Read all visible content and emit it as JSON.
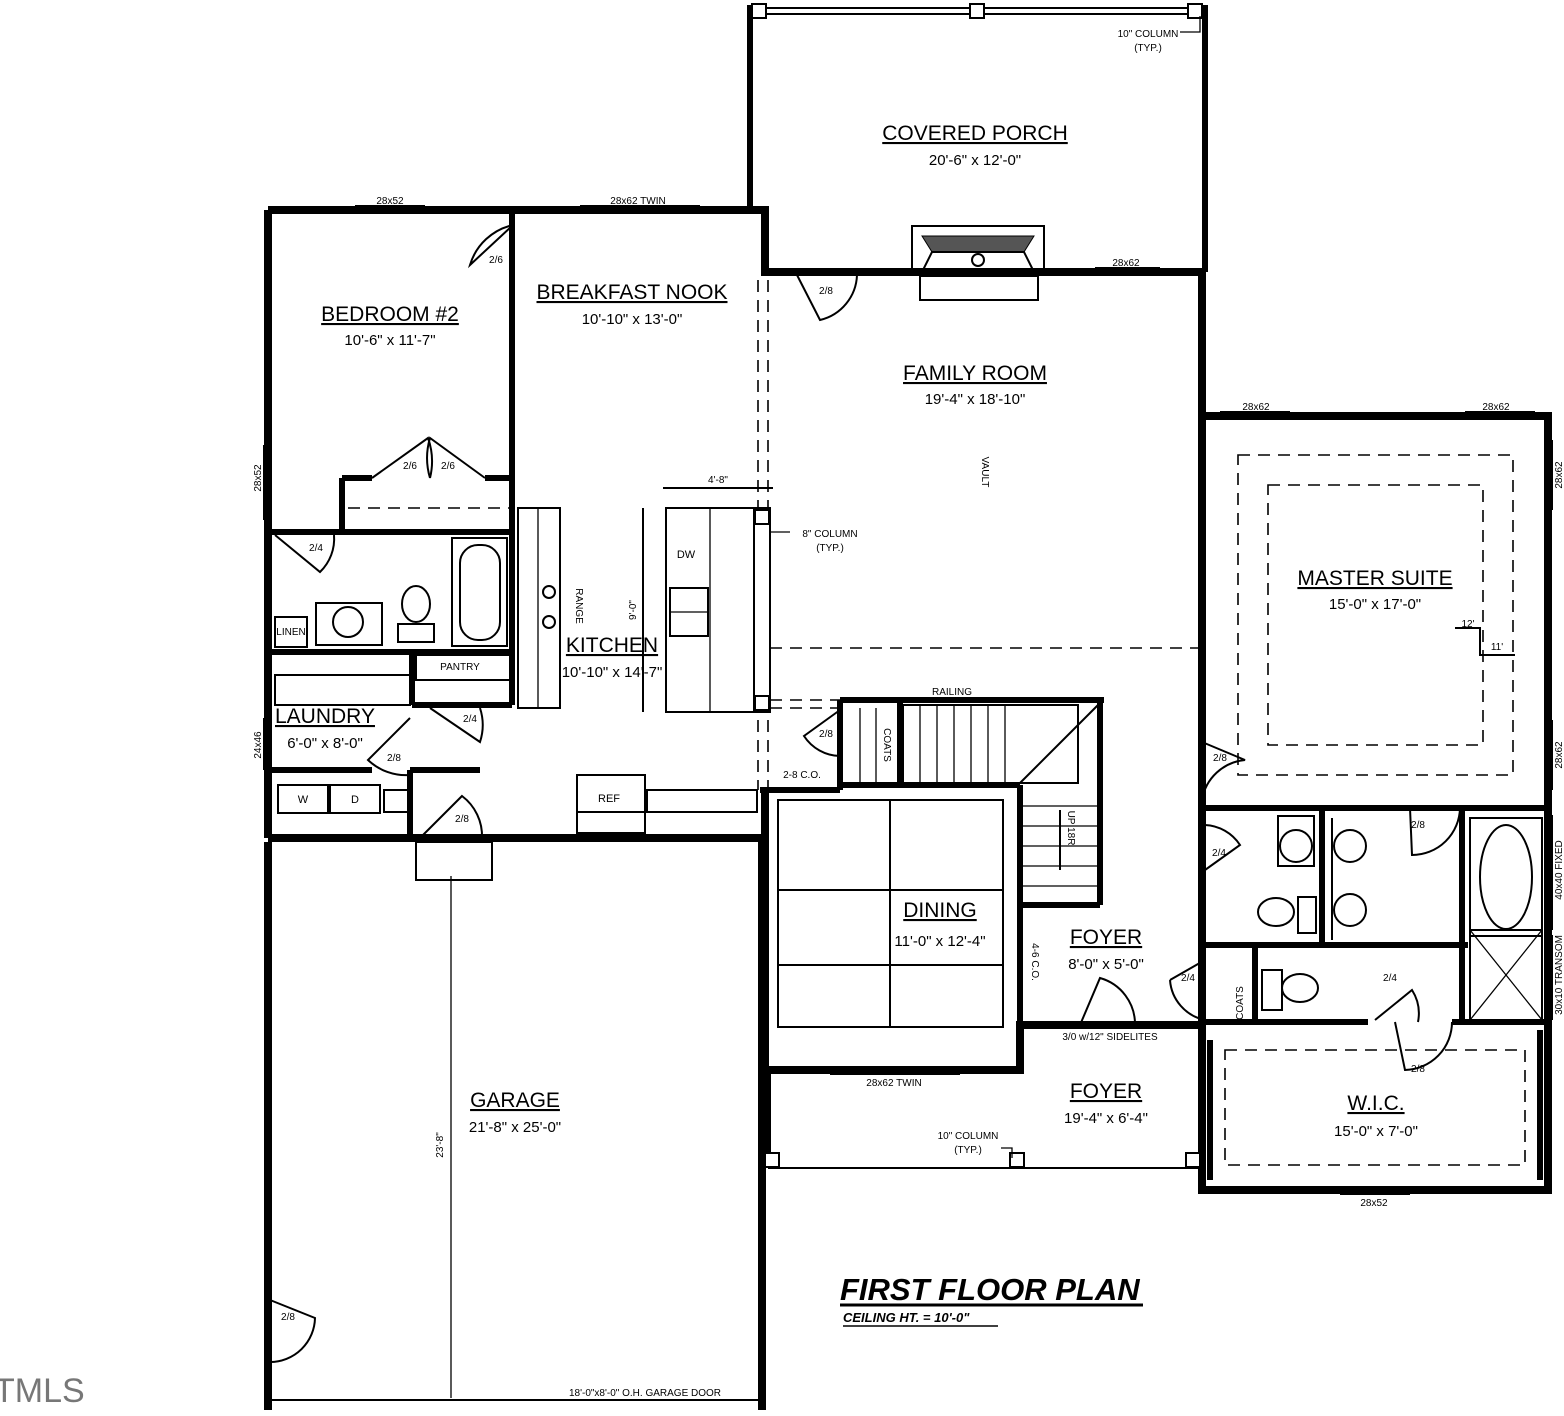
{
  "plan": {
    "title": "FIRST FLOOR PLAN",
    "ceiling": "CEILING HT. = 10'-0\"",
    "watermark": "TMLS"
  },
  "rooms": {
    "covered_porch": {
      "name": "COVERED PORCH",
      "dim": "20'-6\" x 12'-0\""
    },
    "breakfast_nook": {
      "name": "BREAKFAST NOOK",
      "dim": "10'-10\" x 13'-0\""
    },
    "bedroom2": {
      "name": "BEDROOM #2",
      "dim": "10'-6\" x 11'-7\""
    },
    "family_room": {
      "name": "FAMILY ROOM",
      "dim": "19'-4\" x 18'-10\""
    },
    "master_suite": {
      "name": "MASTER SUITE",
      "dim": "15'-0\" x 17'-0\""
    },
    "kitchen": {
      "name": "KITCHEN",
      "dim": "10'-10\" x 14'-7\""
    },
    "laundry": {
      "name": "LAUNDRY",
      "dim": "6'-0\" x 8'-0\""
    },
    "dining": {
      "name": "DINING",
      "dim": "11'-0\" x 12'-4\""
    },
    "foyer_small": {
      "name": "FOYER",
      "dim": "8'-0\" x 5'-0\""
    },
    "foyer_front": {
      "name": "FOYER",
      "dim": "19'-4\" x 6'-4\""
    },
    "wic": {
      "name": "W.I.C.",
      "dim": "15'-0\" x 7'-0\""
    },
    "garage": {
      "name": "GARAGE",
      "dim": "21'-8\" x 25'-0\""
    }
  },
  "labels": {
    "column_top": "10\" COLUMN",
    "typ": "(TYP.)",
    "w28x52": "28x52",
    "w28x62twin": "28x62 TWIN",
    "w28x62": "28x62",
    "w24x46": "24x46",
    "w40x40": "40x40 FIXED",
    "w30x10": "30x10 TRANSOM",
    "door26": "2/6",
    "door28": "2/8",
    "door24": "2/4",
    "dim48": "4'-8\"",
    "dim90": "9'-0\"",
    "column8": "8\" COLUMN",
    "dw": "DW",
    "range": "RANGE",
    "linen": "LINEN",
    "pantry": "PANTRY",
    "railing": "RAILING",
    "coats": "COATS",
    "co28": "2-8 C.O.",
    "co46": "4-6 C.O.",
    "up": "UP 18R",
    "ref": "REF",
    "w": "W",
    "d": "D",
    "vault": "VAULT",
    "ceil12": "12'",
    "ceil11": "11'",
    "sidelites": "3/0 w/12\" SIDELITES",
    "column_front": "10\" COLUMN",
    "garage_dim": "23'-8\"",
    "garage_door": "18'-0\"x8'-0\" O.H. GARAGE DOOR"
  }
}
